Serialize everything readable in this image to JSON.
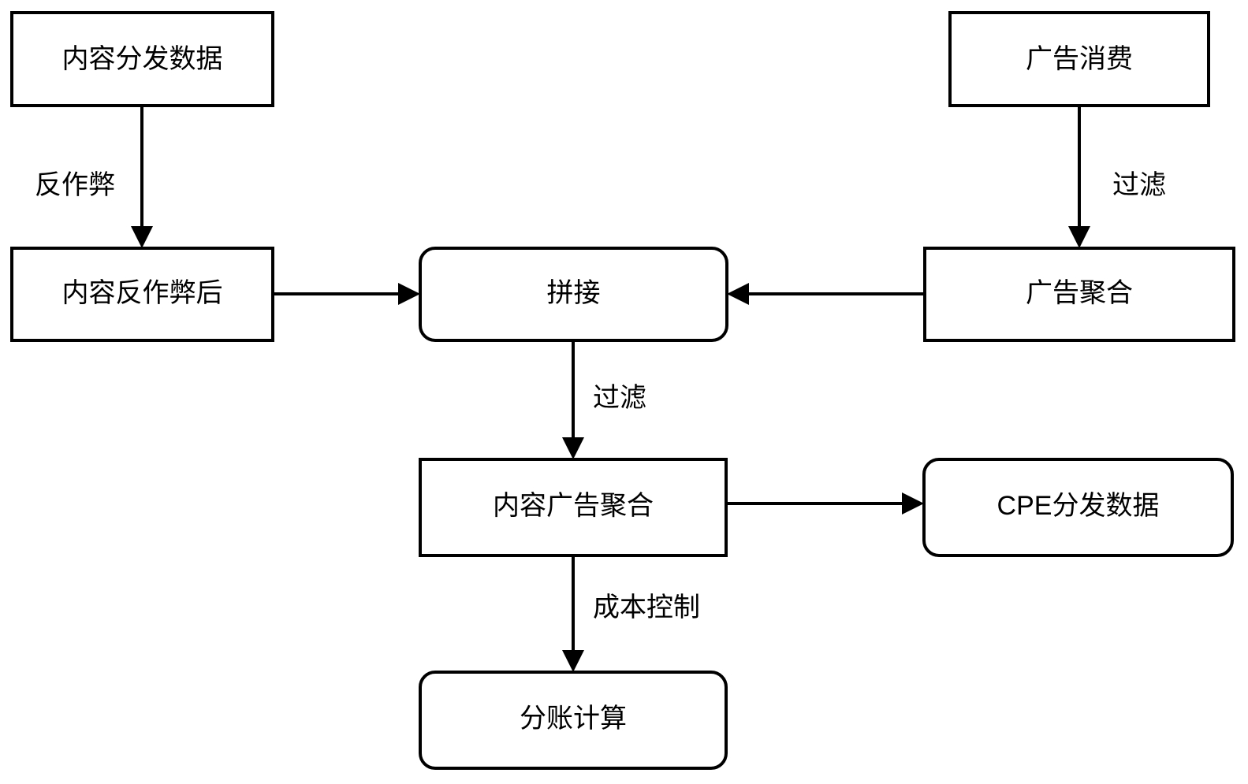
{
  "diagram": {
    "type": "flowchart",
    "background_color": "#ffffff",
    "stroke_color": "#000000",
    "text_color": "#000000",
    "nodes": [
      {
        "id": "content_distribution_data",
        "label": "内容分发数据",
        "shape": "rectangle"
      },
      {
        "id": "ad_consumption",
        "label": "广告消费",
        "shape": "rectangle"
      },
      {
        "id": "content_after_antifraud",
        "label": "内容反作弊后",
        "shape": "rectangle"
      },
      {
        "id": "join",
        "label": "拼接",
        "shape": "rounded-rectangle"
      },
      {
        "id": "ad_aggregation",
        "label": "广告聚合",
        "shape": "rectangle"
      },
      {
        "id": "content_ad_aggregation",
        "label": "内容广告聚合",
        "shape": "rectangle"
      },
      {
        "id": "cpe_distribution_data",
        "label": "CPE分发数据",
        "shape": "rounded-rectangle"
      },
      {
        "id": "revenue_split_calc",
        "label": "分账计算",
        "shape": "rounded-rectangle"
      }
    ],
    "edges": [
      {
        "from": "content_distribution_data",
        "to": "content_after_antifraud",
        "label": "反作弊",
        "direction": "down"
      },
      {
        "from": "ad_consumption",
        "to": "ad_aggregation",
        "label": "过滤",
        "direction": "down"
      },
      {
        "from": "content_after_antifraud",
        "to": "join",
        "label": "",
        "direction": "right"
      },
      {
        "from": "ad_aggregation",
        "to": "join",
        "label": "",
        "direction": "left"
      },
      {
        "from": "join",
        "to": "content_ad_aggregation",
        "label": "过滤",
        "direction": "down"
      },
      {
        "from": "content_ad_aggregation",
        "to": "cpe_distribution_data",
        "label": "",
        "direction": "right"
      },
      {
        "from": "content_ad_aggregation",
        "to": "revenue_split_calc",
        "label": "成本控制",
        "direction": "down"
      }
    ]
  }
}
